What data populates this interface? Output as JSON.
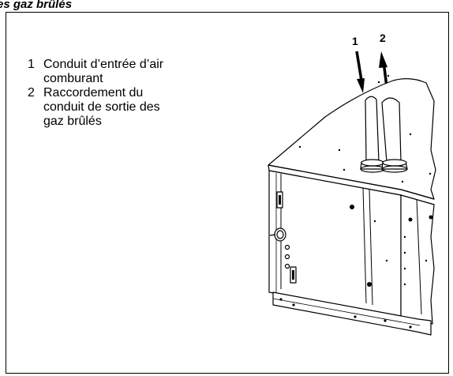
{
  "section": {
    "title": "es gaz brûlés"
  },
  "legend": {
    "items": [
      {
        "number": "1",
        "text": "Conduit d’entrée d’air comburant"
      },
      {
        "number": "2",
        "text": "Raccordement du conduit de sortie des gaz brûlés"
      }
    ]
  },
  "drawing": {
    "callout_1": "1",
    "callout_2": "2"
  }
}
